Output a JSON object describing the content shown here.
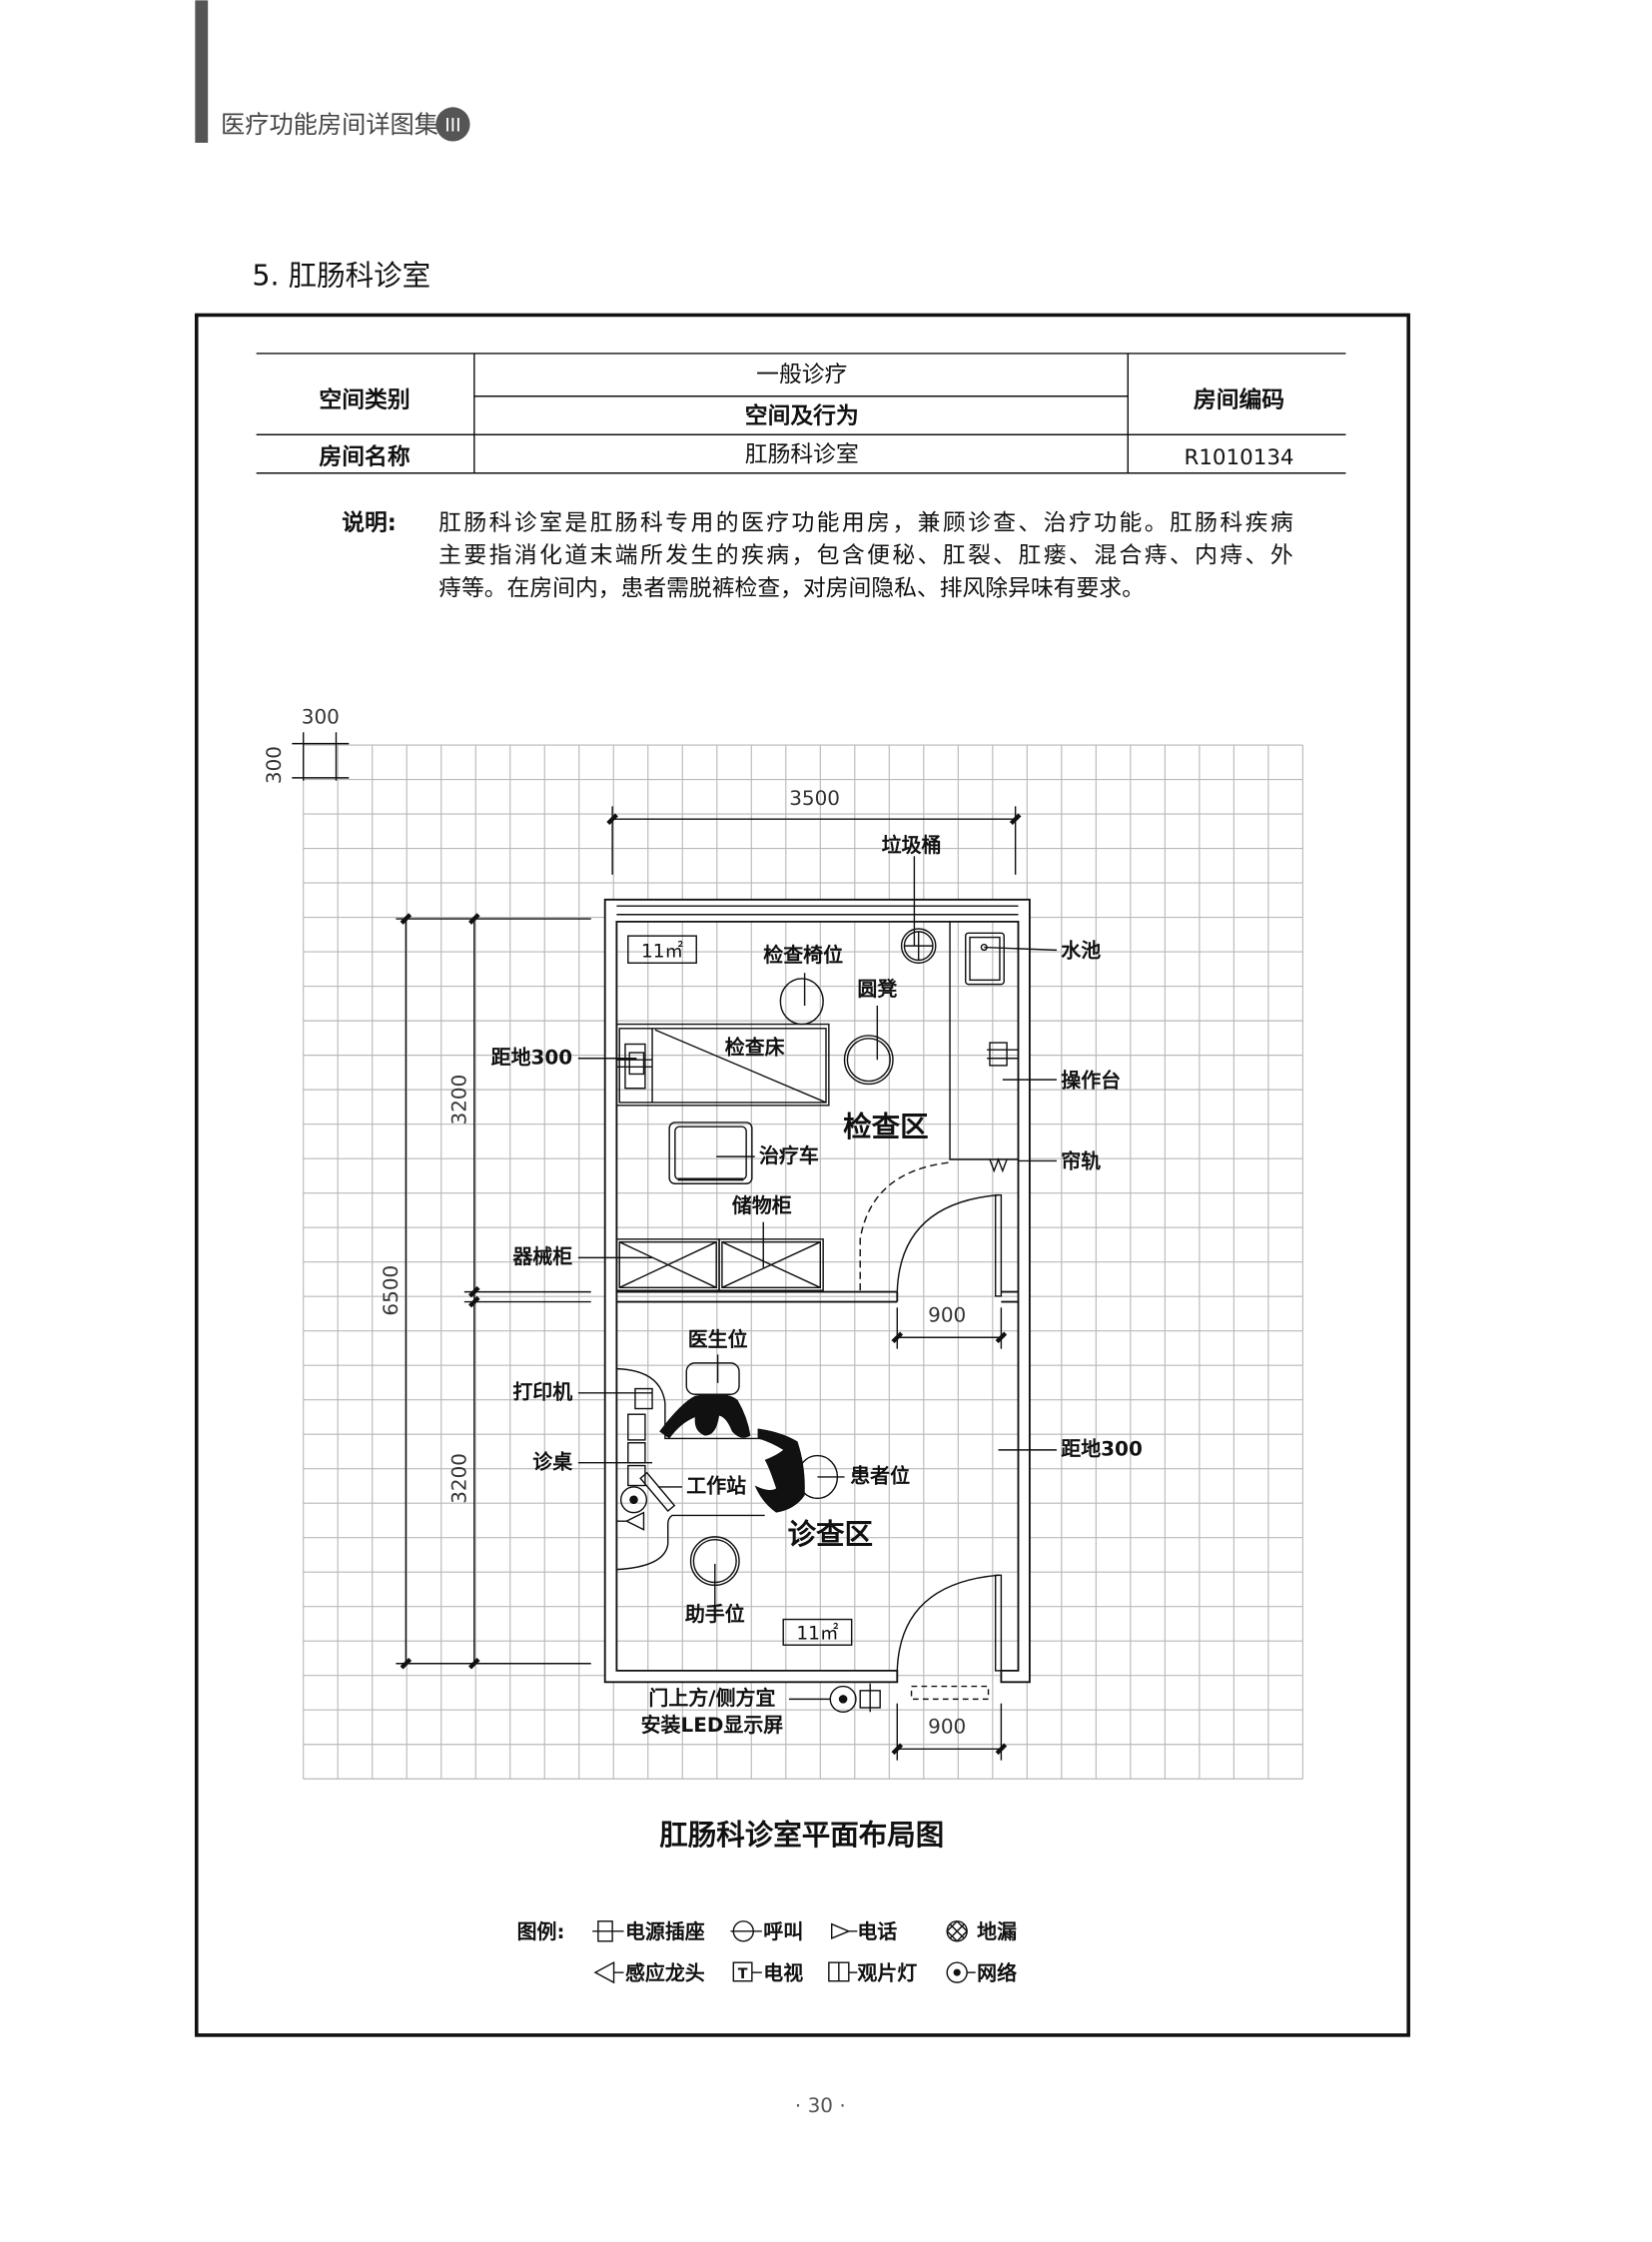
{
  "header": {
    "book_title": "医疗功能房间详图集",
    "volume": "III"
  },
  "section_title": "5. 肛肠科诊室",
  "info_table": {
    "space_category_label": "空间类别",
    "space_category_value": "一般诊疗",
    "space_behavior_label": "空间及行为",
    "room_code_label": "房间编码",
    "room_name_label": "房间名称",
    "room_name_value": "肛肠科诊室",
    "room_code_value": "R1010134"
  },
  "description": {
    "label": "说明:",
    "lines": [
      "肛肠科诊室是肛肠科专用的医疗功能用房，兼顾诊查、治疗功能。肛肠科疾病",
      "主要指消化道末端所发生的疾病，包含便秘、肛裂、肛瘘、混合痔、内痔、外",
      "痔等。在房间内，患者需脱裤检查，对房间隐私、排风除异味有要求。"
    ]
  },
  "plan": {
    "grid_h": "300",
    "grid_v": "300",
    "dim_width": "3500",
    "dim_total": "6500",
    "dim_upper": "3200",
    "dim_lower": "3200",
    "dim_door_inner": "900",
    "dim_door_outer": "900",
    "area_upper": "11㎡",
    "area_lower": "11㎡",
    "zone_exam": "检查区",
    "zone_consult": "诊查区",
    "labels": {
      "trash": "垃圾桶",
      "sink": "水池",
      "exam_chair": "检查椅位",
      "stool": "圆凳",
      "exam_bed": "检查床",
      "socket_left": "距地300",
      "counter": "操作台",
      "cart": "治疗车",
      "curtain": "帘轨",
      "storage": "储物柜",
      "instrument": "器械柜",
      "doctor": "医生位",
      "printer": "打印机",
      "desk": "诊桌",
      "workstation": "工作站",
      "patient": "患者位",
      "assistant": "助手位",
      "socket_right": "距地300",
      "led_line1": "门上方/侧方宜",
      "led_line2": "安装LED显示屏"
    },
    "caption": "肛肠科诊室平面布局图"
  },
  "legend": {
    "title": "图例:",
    "items": [
      "电源插座",
      "呼叫",
      "电话",
      "地漏",
      "感应龙头",
      "电视",
      "观片灯",
      "网络"
    ]
  },
  "page_number": "· 30 ·"
}
